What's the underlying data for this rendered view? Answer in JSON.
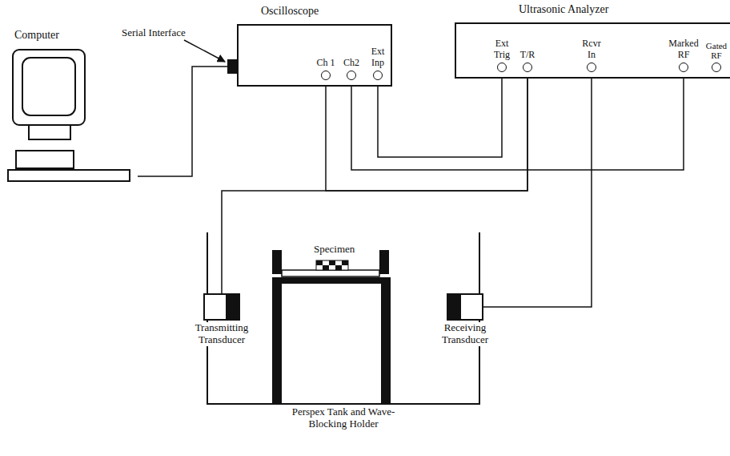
{
  "diagram": {
    "nodes": [
      {
        "text": [
          "Computer"
        ]
      },
      {
        "text": [
          "Oscilloscope"
        ]
      },
      {
        "text": [
          "Ch 1"
        ],
        "in": 1
      },
      {
        "text": [
          "Ch2"
        ],
        "in": 1
      },
      {
        "text": [
          "Ext Inp"
        ],
        "in": 1
      },
      {
        "text": [
          "Ultrasonic Analyzer"
        ]
      },
      {
        "text": [
          "Ext Trig"
        ],
        "in": 5
      },
      {
        "text": [
          "T/R"
        ],
        "in": 5
      },
      {
        "text": [
          "Rcvr In"
        ],
        "in": 5
      },
      {
        "text": [
          "Marked RF"
        ],
        "in": 5
      },
      {
        "text": [
          "Gated RF"
        ],
        "in": 5
      },
      {
        "text": [
          "Perspex Tank and Wave-Blocking Holder"
        ]
      },
      {
        "text": [
          "Transmitting Transducer"
        ]
      },
      {
        "text": [
          "Receiving Transducer"
        ]
      }
    ],
    "edges": [
      {
        "from": 0,
        "to": 1,
        "label": "Serial Interface",
        "arrow": "none"
      },
      {
        "from": 2,
        "to": 7,
        "arrow": "none"
      },
      {
        "from": 3,
        "to": 9,
        "arrow": "none"
      },
      {
        "from": 4,
        "to": 6,
        "arrow": "none"
      },
      {
        "from": 7,
        "to": 12,
        "arrow": "none"
      },
      {
        "from": 8,
        "to": 13,
        "arrow": "none"
      }
    ],
    "labels": [
      "Specimen"
    ]
  }
}
